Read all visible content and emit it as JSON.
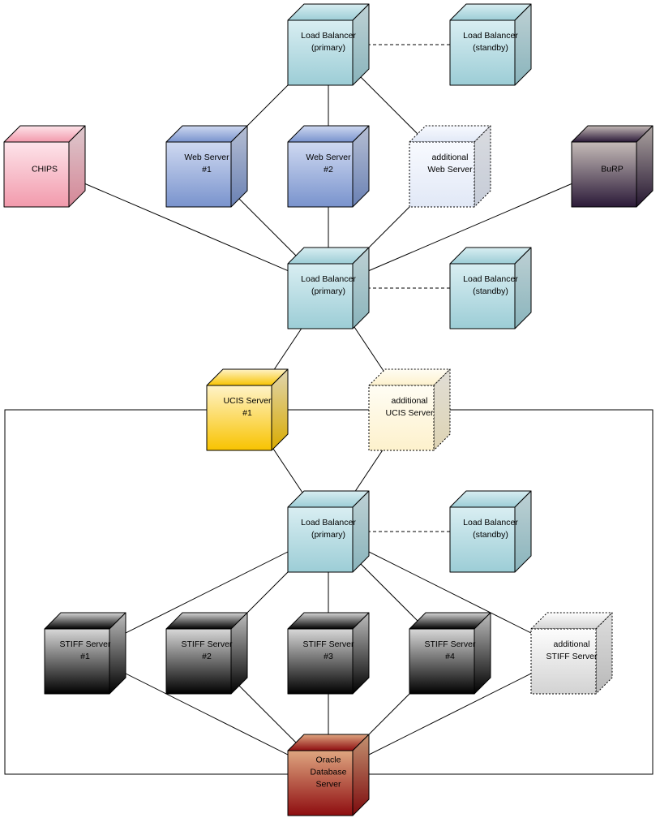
{
  "nodes": {
    "lb_top_primary": {
      "lines": [
        "Load Balancer",
        "(primary)"
      ],
      "style": "teal"
    },
    "lb_top_standby": {
      "lines": [
        "Load Balancer",
        "(standby)"
      ],
      "style": "teal"
    },
    "chips": {
      "lines": [
        "CHIPS"
      ],
      "style": "pink"
    },
    "web1": {
      "lines": [
        "Web Server",
        "#1"
      ],
      "style": "blue"
    },
    "web2": {
      "lines": [
        "Web Server",
        "#2"
      ],
      "style": "blue"
    },
    "web_additional": {
      "lines": [
        "additional",
        "Web Server"
      ],
      "style": "lightblue",
      "dotted": true
    },
    "burp": {
      "lines": [
        "BuRP"
      ],
      "style": "purple"
    },
    "lb_mid_primary": {
      "lines": [
        "Load Balancer",
        "(primary)"
      ],
      "style": "teal"
    },
    "lb_mid_standby": {
      "lines": [
        "Load Balancer",
        "(standby)"
      ],
      "style": "teal"
    },
    "ucis1": {
      "lines": [
        "UCIS Server",
        "#1"
      ],
      "style": "yellow"
    },
    "ucis_additional": {
      "lines": [
        "additional",
        "UCIS Server"
      ],
      "style": "lightyellow",
      "dotted": true
    },
    "lb_bot_primary": {
      "lines": [
        "Load Balancer",
        "(primary)"
      ],
      "style": "teal"
    },
    "lb_bot_standby": {
      "lines": [
        "Load Balancer",
        "(standby)"
      ],
      "style": "teal"
    },
    "stiff1": {
      "lines": [
        "STIFF Server",
        "#1"
      ],
      "style": "black"
    },
    "stiff2": {
      "lines": [
        "STIFF Server",
        "#2"
      ],
      "style": "black"
    },
    "stiff3": {
      "lines": [
        "STIFF Server",
        "#3"
      ],
      "style": "black"
    },
    "stiff4": {
      "lines": [
        "STIFF Server",
        "#4"
      ],
      "style": "black"
    },
    "stiff_additional": {
      "lines": [
        "additional",
        "STIFF Server"
      ],
      "style": "grey",
      "dotted": true
    },
    "oracle": {
      "lines": [
        "Oracle",
        "Database",
        "Server"
      ],
      "style": "red"
    }
  },
  "colors": {
    "teal": {
      "top": "#d9eef2",
      "bottom": "#9ccdd6"
    },
    "pink": {
      "top": "#fde4ea",
      "bottom": "#f29aac"
    },
    "blue": {
      "top": "#cfd9f1",
      "bottom": "#7993cd"
    },
    "lightblue": {
      "top": "#f8faff",
      "bottom": "#e1e8f6"
    },
    "purple": {
      "top": "#c5bbb8",
      "bottom": "#2b1a38"
    },
    "yellow": {
      "top": "#fff3c8",
      "bottom": "#f8c300"
    },
    "lightyellow": {
      "top": "#fffdf4",
      "bottom": "#fdf1cc"
    },
    "black": {
      "top": "#d8d8d8",
      "bottom": "#000000"
    },
    "grey": {
      "top": "#fdfdfd",
      "bottom": "#d2d2d2"
    },
    "red": {
      "top": "#dfa680",
      "bottom": "#8e0d10"
    }
  },
  "connections": [
    {
      "from": "lb_top_standby",
      "to": "lb_top_primary",
      "dashed": true
    },
    {
      "from": "lb_top_primary",
      "to": "web1"
    },
    {
      "from": "lb_top_primary",
      "to": "web2"
    },
    {
      "from": "lb_top_primary",
      "to": "web_additional"
    },
    {
      "from": "chips",
      "to": "lb_mid_primary"
    },
    {
      "from": "web1",
      "to": "lb_mid_primary"
    },
    {
      "from": "web2",
      "to": "lb_mid_primary"
    },
    {
      "from": "web_additional",
      "to": "lb_mid_primary"
    },
    {
      "from": "burp",
      "to": "lb_mid_primary"
    },
    {
      "from": "lb_mid_standby",
      "to": "lb_mid_primary",
      "dashed": true
    },
    {
      "from": "lb_mid_primary",
      "to": "ucis1"
    },
    {
      "from": "lb_mid_primary",
      "to": "ucis_additional"
    },
    {
      "from": "ucis1",
      "to": "lb_bot_primary"
    },
    {
      "from": "ucis_additional",
      "to": "lb_bot_primary"
    },
    {
      "from": "lb_bot_standby",
      "to": "lb_bot_primary",
      "dashed": true
    },
    {
      "from": "lb_bot_primary",
      "to": "stiff1"
    },
    {
      "from": "lb_bot_primary",
      "to": "stiff2"
    },
    {
      "from": "lb_bot_primary",
      "to": "stiff3"
    },
    {
      "from": "lb_bot_primary",
      "to": "stiff4"
    },
    {
      "from": "lb_bot_primary",
      "to": "stiff_additional"
    },
    {
      "from": "stiff1",
      "to": "oracle"
    },
    {
      "from": "stiff2",
      "to": "oracle"
    },
    {
      "from": "stiff3",
      "to": "oracle"
    },
    {
      "from": "stiff4",
      "to": "oracle"
    },
    {
      "from": "stiff_additional",
      "to": "oracle"
    }
  ]
}
